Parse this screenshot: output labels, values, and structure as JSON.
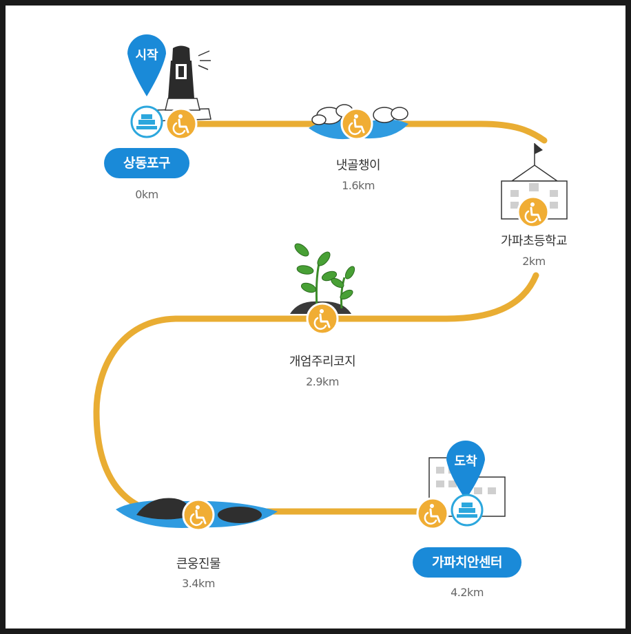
{
  "colors": {
    "route": "#e9ad33",
    "wheelchair_badge": "#f0ad34",
    "marker_blue": "#1a8ad8",
    "water": "#2f9be0"
  },
  "start_pin": {
    "label": "시작"
  },
  "end_pin": {
    "label": "도착"
  },
  "stops": [
    {
      "name": "상동포구",
      "distance": "0km",
      "icons": [
        "bus-stop-icon",
        "wheelchair-icon"
      ],
      "illustration": "lighthouse-icon"
    },
    {
      "name": "냇골챙이",
      "distance": "1.6km",
      "icons": [
        "wheelchair-icon"
      ],
      "illustration": "rocks-water-icon"
    },
    {
      "name": "가파초등학교",
      "distance": "2km",
      "icons": [
        "wheelchair-icon"
      ],
      "illustration": "school-icon"
    },
    {
      "name": "개엄주리코지",
      "distance": "2.9km",
      "icons": [
        "wheelchair-icon"
      ],
      "illustration": "plants-icon"
    },
    {
      "name": "큰웅진물",
      "distance": "3.4km",
      "icons": [
        "wheelchair-icon"
      ],
      "illustration": "rocks-water-icon"
    },
    {
      "name": "가파치안센터",
      "distance": "4.2km",
      "icons": [
        "wheelchair-icon",
        "bus-stop-icon"
      ],
      "illustration": "building-icon"
    }
  ]
}
